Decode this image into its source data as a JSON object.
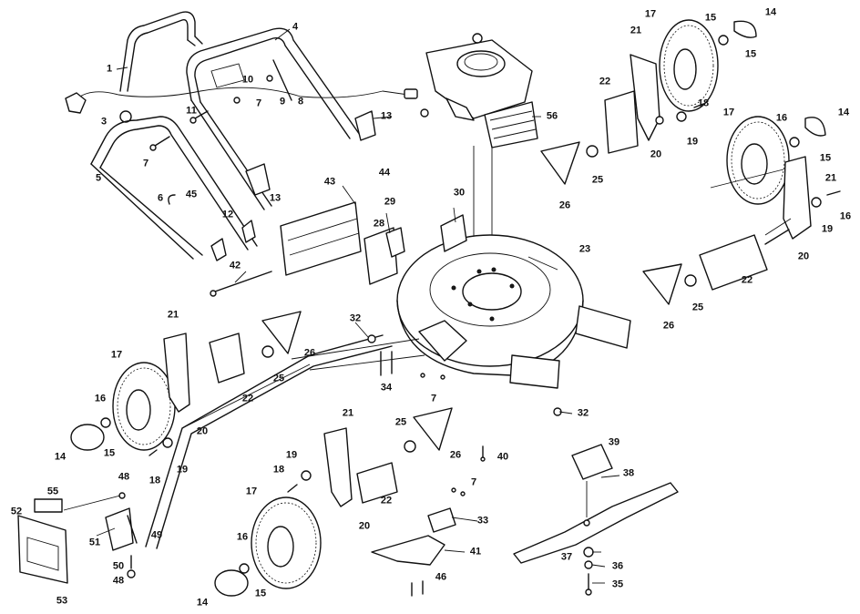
{
  "callouts": [
    {
      "text": "1"
    },
    {
      "text": "4"
    },
    {
      "text": "10"
    },
    {
      "text": "7"
    },
    {
      "text": "9"
    },
    {
      "text": "8"
    },
    {
      "text": "3"
    },
    {
      "text": "11"
    },
    {
      "text": "13"
    },
    {
      "text": "5"
    },
    {
      "text": "7"
    },
    {
      "text": "6"
    },
    {
      "text": "45"
    },
    {
      "text": "13"
    },
    {
      "text": "12"
    },
    {
      "text": "42"
    },
    {
      "text": "43"
    },
    {
      "text": "44"
    },
    {
      "text": "56"
    },
    {
      "text": "30"
    },
    {
      "text": "29"
    },
    {
      "text": "28"
    },
    {
      "text": "23"
    },
    {
      "text": "26"
    },
    {
      "text": "25"
    },
    {
      "text": "17"
    },
    {
      "text": "15"
    },
    {
      "text": "14"
    },
    {
      "text": "15"
    },
    {
      "text": "21"
    },
    {
      "text": "22"
    },
    {
      "text": "18"
    },
    {
      "text": "19"
    },
    {
      "text": "20"
    },
    {
      "text": "17"
    },
    {
      "text": "16"
    },
    {
      "text": "14"
    },
    {
      "text": "15"
    },
    {
      "text": "21"
    },
    {
      "text": "16"
    },
    {
      "text": "19"
    },
    {
      "text": "20"
    },
    {
      "text": "22"
    },
    {
      "text": "26"
    },
    {
      "text": "25"
    },
    {
      "text": "21"
    },
    {
      "text": "32"
    },
    {
      "text": "26"
    },
    {
      "text": "25"
    },
    {
      "text": "17"
    },
    {
      "text": "16"
    },
    {
      "text": "15"
    },
    {
      "text": "14"
    },
    {
      "text": "18"
    },
    {
      "text": "19"
    },
    {
      "text": "20"
    },
    {
      "text": "22"
    },
    {
      "text": "34"
    },
    {
      "text": "7"
    },
    {
      "text": "32"
    },
    {
      "text": "25"
    },
    {
      "text": "26"
    },
    {
      "text": "40"
    },
    {
      "text": "39"
    },
    {
      "text": "38"
    },
    {
      "text": "21"
    },
    {
      "text": "19"
    },
    {
      "text": "18"
    },
    {
      "text": "22"
    },
    {
      "text": "20"
    },
    {
      "text": "7"
    },
    {
      "text": "33"
    },
    {
      "text": "41"
    },
    {
      "text": "46"
    },
    {
      "text": "17"
    },
    {
      "text": "16"
    },
    {
      "text": "15"
    },
    {
      "text": "14"
    },
    {
      "text": "48"
    },
    {
      "text": "55"
    },
    {
      "text": "52"
    },
    {
      "text": "51"
    },
    {
      "text": "49"
    },
    {
      "text": "50"
    },
    {
      "text": "48"
    },
    {
      "text": "53"
    },
    {
      "text": "37"
    },
    {
      "text": "36"
    },
    {
      "text": "35"
    }
  ]
}
